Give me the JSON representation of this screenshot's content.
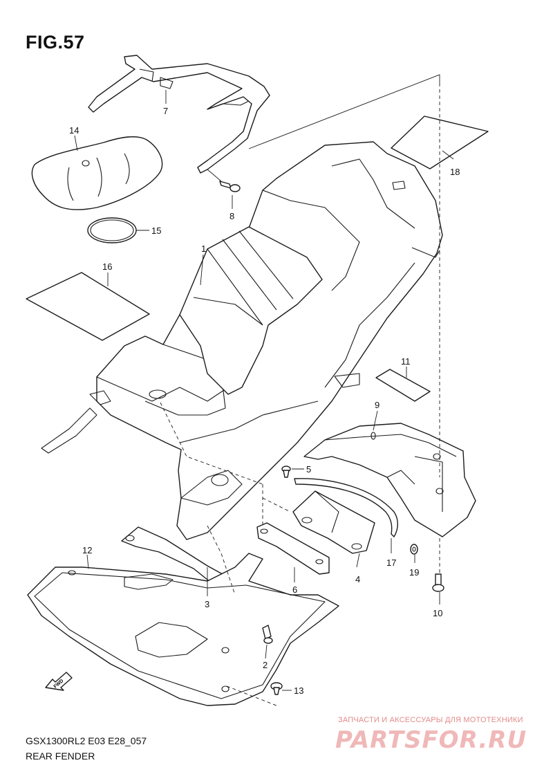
{
  "figure": {
    "title": "FIG.57"
  },
  "callouts": [
    {
      "id": "1",
      "label": "1"
    },
    {
      "id": "2",
      "label": "2"
    },
    {
      "id": "3",
      "label": "3"
    },
    {
      "id": "4",
      "label": "4"
    },
    {
      "id": "5",
      "label": "5"
    },
    {
      "id": "6",
      "label": "6"
    },
    {
      "id": "7",
      "label": "7"
    },
    {
      "id": "8",
      "label": "8"
    },
    {
      "id": "9",
      "label": "9"
    },
    {
      "id": "10",
      "label": "10"
    },
    {
      "id": "11",
      "label": "11"
    },
    {
      "id": "12",
      "label": "12"
    },
    {
      "id": "13",
      "label": "13"
    },
    {
      "id": "14",
      "label": "14"
    },
    {
      "id": "15",
      "label": "15"
    },
    {
      "id": "16",
      "label": "16"
    },
    {
      "id": "17",
      "label": "17"
    },
    {
      "id": "18",
      "label": "18"
    },
    {
      "id": "19",
      "label": "19"
    }
  ],
  "fwd_label": "FWD",
  "footer": {
    "code": "GSX1300RL2 E03 E28_057",
    "name": "REAR FENDER"
  },
  "watermark": {
    "tagline": "ЗАПЧАСТИ И АКСЕССУАРЫ ДЛЯ МОТОТЕХНИКИ",
    "logo": "PARTSFOR.RU"
  }
}
